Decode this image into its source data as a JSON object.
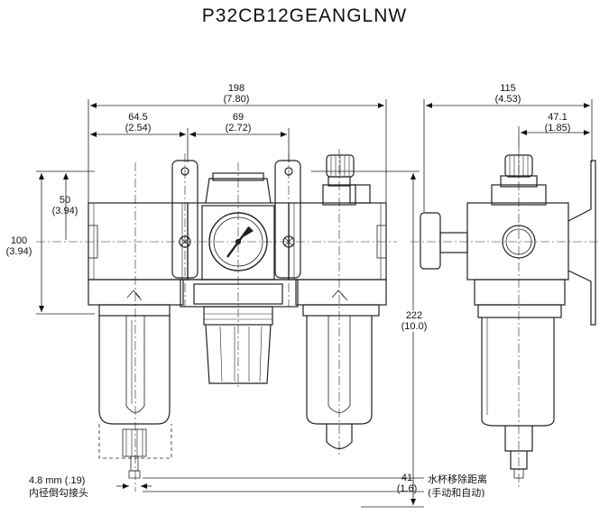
{
  "title": "P32CB12GEANGLNW",
  "dimensions": {
    "overall_width": {
      "mm": "198",
      "in": "(7.80)"
    },
    "filter_width": {
      "mm": "64.5",
      "in": "(2.54)"
    },
    "regulator_width": {
      "mm": "69",
      "in": "(2.72)"
    },
    "upper_height": {
      "mm": "50",
      "in": "(3.94)"
    },
    "body_height": {
      "mm": "100",
      "in": "(3.94)"
    },
    "overall_height": {
      "mm": "222",
      "in": "(10.0)"
    },
    "bowl_clearance": {
      "mm": "41",
      "in": "(1.6)"
    },
    "side_width": {
      "mm": "115",
      "in": "(4.53)"
    },
    "side_offset": {
      "mm": "47.1",
      "in": "(1.85)"
    },
    "drain_size": "4.8 mm (.19)"
  },
  "notes": {
    "drain_label": "内径倒勾接头",
    "bowl_removal_line1": "水杯移除距离",
    "bowl_removal_line2": "(手动和自动)"
  }
}
